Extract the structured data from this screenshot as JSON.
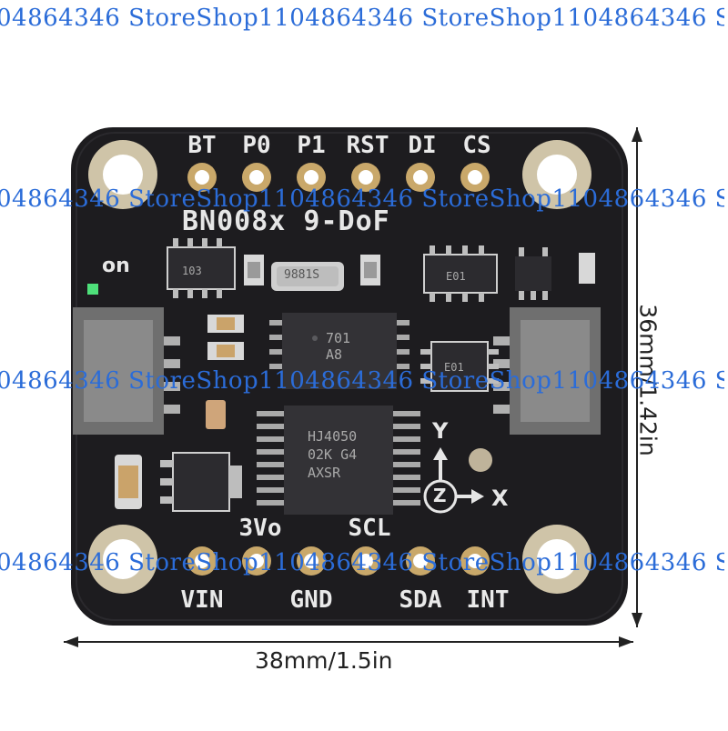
{
  "watermark": {
    "text": "04864346 StoreShop1104864346 StoreShop1104864346 Store"
  },
  "board": {
    "title": "BN008x 9-DoF",
    "top_pins": [
      "BT",
      "P0",
      "P1",
      "RST",
      "DI",
      "CS"
    ],
    "bottom_pins": [
      "VIN",
      "GND",
      "SDA",
      "INT"
    ],
    "mid_labels": {
      "v3": "3Vo",
      "scl": "SCL"
    },
    "on_label": "on",
    "axis_labels": {
      "y": "Y",
      "x": "X",
      "z": "Z"
    },
    "chip_main_text": [
      "HJ4050",
      "02K G4",
      "AXSR"
    ],
    "chip_upper_text": [
      "701",
      "A8"
    ],
    "crystal_text": "9881S",
    "ic_labels": {
      "left": "103",
      "right": "E01",
      "mid": "E01"
    }
  },
  "dimensions": {
    "width_label": "38mm/1.5in",
    "height_label": "36mm/1.42in"
  },
  "colors": {
    "pcb": "#1d1c1f",
    "silkscreen": "#e6e6e6",
    "gold": "#c9a86a",
    "watermark": "#2b6cd8"
  }
}
